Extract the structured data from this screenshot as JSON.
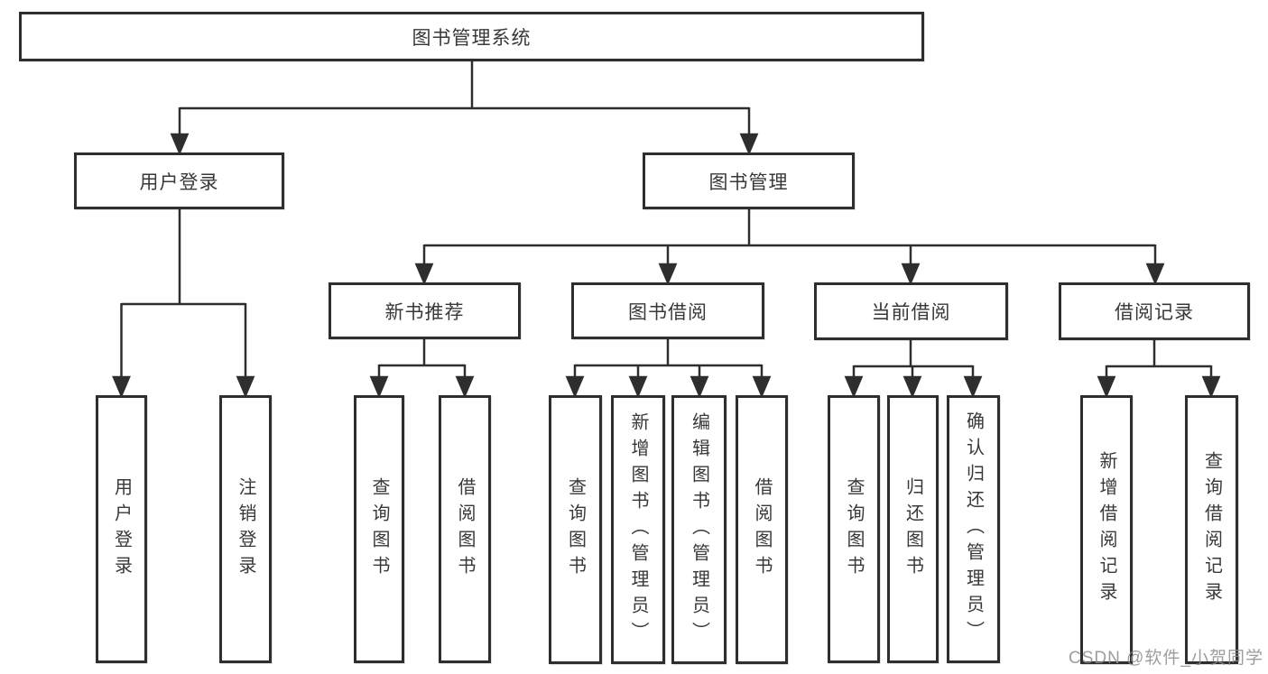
{
  "diagram": {
    "root": {
      "label": "图书管理系统"
    },
    "level2": [
      {
        "label": "用户登录"
      },
      {
        "label": "图书管理"
      }
    ],
    "level3": [
      {
        "label": "新书推荐"
      },
      {
        "label": "图书借阅"
      },
      {
        "label": "当前借阅"
      },
      {
        "label": "借阅记录"
      }
    ],
    "leaves": {
      "user_login": [
        "用户登录",
        "注销登录"
      ],
      "new_book_recommend": [
        "查询图书",
        "借阅图书"
      ],
      "book_borrow": [
        "查询图书",
        "新增图书（管理员）",
        "编辑图书（管理员）",
        "借阅图书"
      ],
      "current_borrow": [
        "查询图书",
        "归还图书",
        "确认归还（管理员）"
      ],
      "borrow_records": [
        "新增借阅记录",
        "查询借阅记录"
      ]
    }
  },
  "watermark": {
    "text": "CSDN @软件_小贺同学"
  },
  "colors": {
    "line": "#2e2e2e",
    "box_fill": "#ffffff",
    "text": "#383838",
    "watermark": "#8c8c8c"
  }
}
